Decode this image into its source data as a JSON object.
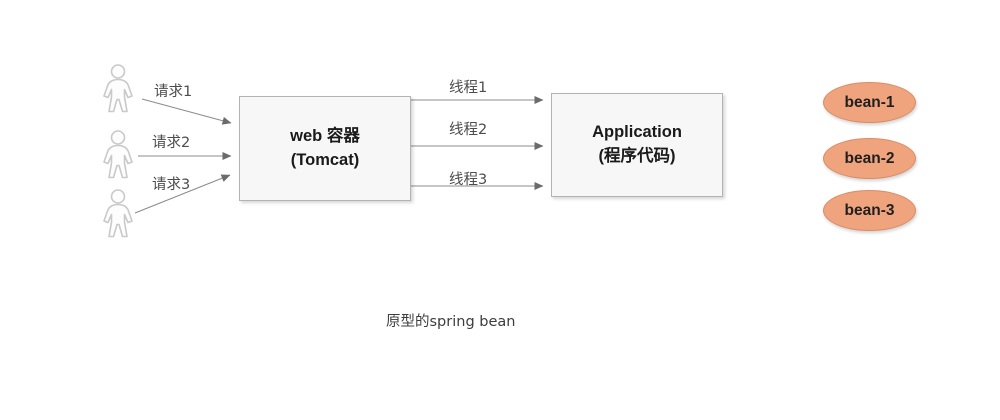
{
  "diagram": {
    "caption": "原型的spring bean",
    "background_color": "#ffffff",
    "actors": [
      {
        "name": "user-1",
        "icon": "person-icon"
      },
      {
        "name": "user-2",
        "icon": "person-icon"
      },
      {
        "name": "user-3",
        "icon": "person-icon"
      }
    ],
    "nodes": {
      "web_container": {
        "line1": "web 容器",
        "line2": "(Tomcat)",
        "fill_color": "#f7f7f7",
        "border_color": "#b3b3b3"
      },
      "application": {
        "line1": "Application",
        "line2": "(程序代码)",
        "fill_color": "#f7f7f7",
        "border_color": "#b3b3b3"
      }
    },
    "beans": [
      {
        "label": "bean-1",
        "fill_color": "#f0a47e",
        "border_color": "#d98c63"
      },
      {
        "label": "bean-2",
        "fill_color": "#f0a47e",
        "border_color": "#d98c63"
      },
      {
        "label": "bean-3",
        "fill_color": "#f0a47e",
        "border_color": "#d98c63"
      }
    ],
    "request_edges": [
      {
        "label": "请求1"
      },
      {
        "label": "请求2"
      },
      {
        "label": "请求3"
      }
    ],
    "thread_edges": [
      {
        "label": "线程1"
      },
      {
        "label": "线程2"
      },
      {
        "label": "线程3"
      }
    ],
    "edge_color": "#8c8c8c"
  }
}
